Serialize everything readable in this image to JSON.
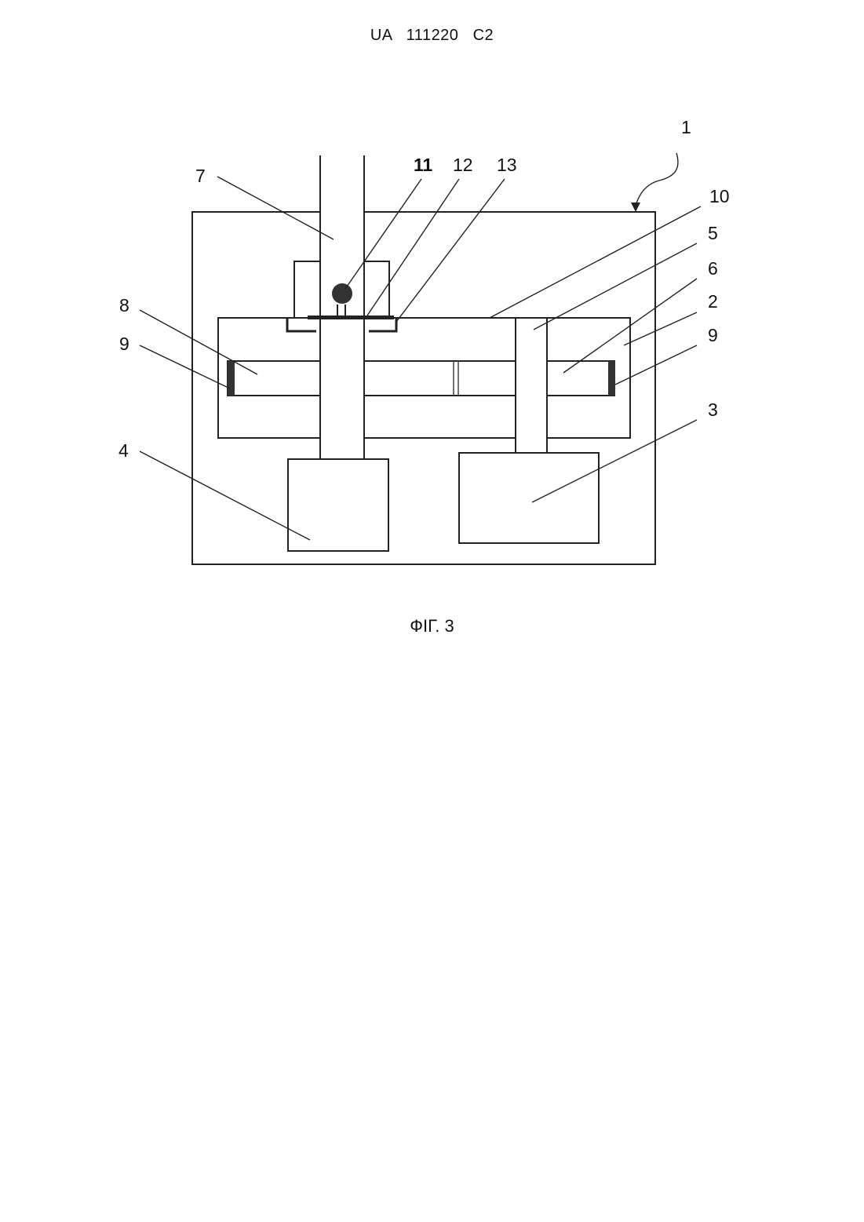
{
  "header": {
    "publication": "UA   111220   C2"
  },
  "figure": {
    "caption": "ФІГ. 3",
    "labels": {
      "l1": "1",
      "l2": "2",
      "l3": "3",
      "l4": "4",
      "l5": "5",
      "l6": "6",
      "l7": "7",
      "l8": "8",
      "l9_left": "9",
      "l9_right": "9",
      "l10": "10",
      "l11": "11",
      "l12": "12",
      "l13": "13"
    }
  },
  "colors": {
    "line": "#222222",
    "shaft_fill": "#ffffff",
    "ball": "#333333",
    "brush": "#333333"
  }
}
